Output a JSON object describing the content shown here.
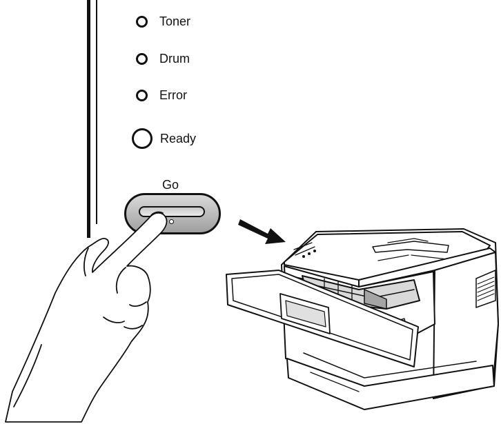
{
  "indicators": [
    {
      "icon": "led-icon",
      "label": "Toner"
    },
    {
      "icon": "led-icon",
      "label": "Drum"
    },
    {
      "icon": "led-icon",
      "label": "Error"
    },
    {
      "icon": "led-icon",
      "label": "Ready"
    }
  ],
  "go_button": {
    "label": "Go",
    "icon": "go-button"
  },
  "illustrations": {
    "hand": "hand-pressing-icon",
    "arrow": "arrow-icon",
    "printer": "laser-printer-front-cover-open"
  },
  "colors": {
    "ink": "#111111",
    "button_fill": "#b5b5b5",
    "background": "#ffffff"
  }
}
